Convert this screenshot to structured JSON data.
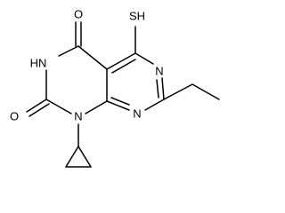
{
  "molecule": {
    "labels": {
      "o_top": "O",
      "o_left": "O",
      "sh": "SH",
      "nh": "HN",
      "n_ring_right": "N",
      "n_ring_bottom": "N",
      "n1": "N"
    },
    "colors": {
      "ink": "#000000",
      "background": "#ffffff"
    }
  }
}
